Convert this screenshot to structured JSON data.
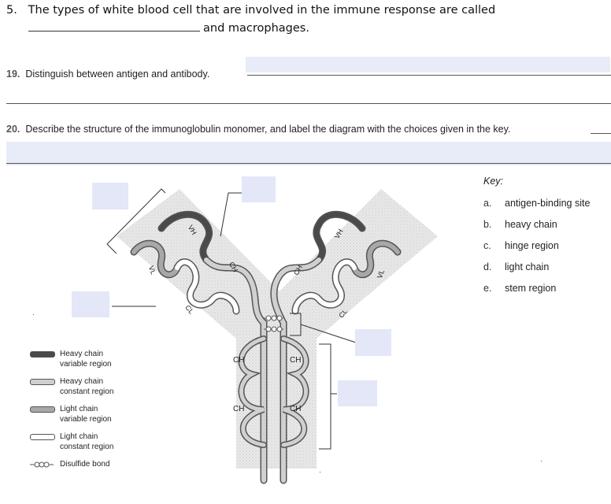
{
  "q5": {
    "number": "5.",
    "text": "The types of white blood cell that are involved in the immune response are called",
    "line2": "and macrophages."
  },
  "q19": {
    "number": "19.",
    "text": "Distinguish between antigen and antibody."
  },
  "q20": {
    "number": "20.",
    "text": "Describe the structure of the immunoglobulin monomer, and label the diagram with the choices given in the key."
  },
  "key": {
    "title": "Key:",
    "items": [
      {
        "letter": "a.",
        "label": "antigen-binding site"
      },
      {
        "letter": "b.",
        "label": "heavy chain"
      },
      {
        "letter": "c.",
        "label": "hinge region"
      },
      {
        "letter": "d.",
        "label": "light chain"
      },
      {
        "letter": "e.",
        "label": "stem region"
      }
    ]
  },
  "legend": {
    "items": [
      {
        "label": "Heavy chain\nvariable region",
        "style": "heavy-variable"
      },
      {
        "label": "Heavy chain\nconstant region",
        "style": "heavy-constant"
      },
      {
        "label": "Light chain\nvariable region",
        "style": "light-variable"
      },
      {
        "label": "Light chain\nconstant region",
        "style": "light-constant"
      },
      {
        "label": "Disulfide bond",
        "style": "disulfide"
      }
    ]
  },
  "diagram_labels": {
    "vh": "VH",
    "ch": "CH",
    "vl": "VL",
    "cl": "CL"
  },
  "colors": {
    "heavy_variable": "#4a4a4a",
    "heavy_constant": "#cfcfcf",
    "light_variable": "#a8a8a8",
    "light_constant": "#ffffff",
    "label_box": "#e3e7f7",
    "stipple": "#dcdcdc"
  }
}
